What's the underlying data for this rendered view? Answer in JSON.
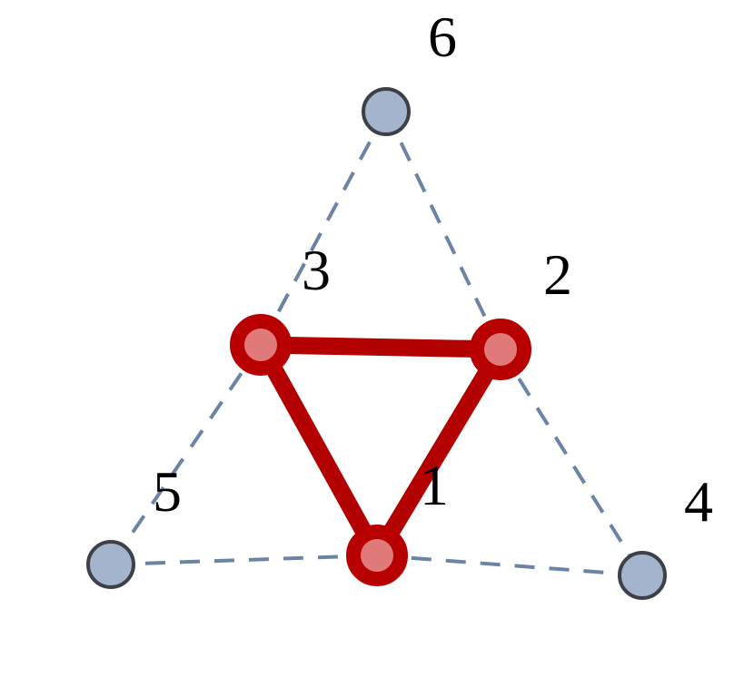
{
  "diagram": {
    "colors": {
      "dashed_edge": "#6a84a6",
      "highlight_edge": "#b30000",
      "highlight_node_fill": "#e07a7a",
      "highlight_node_stroke": "#b80000",
      "plain_node_fill": "#a4b4cd",
      "plain_node_stroke": "#3d4147",
      "label": "#000000"
    },
    "nodes": [
      {
        "id": "1",
        "label": "1",
        "highlighted": true
      },
      {
        "id": "2",
        "label": "2",
        "highlighted": true
      },
      {
        "id": "3",
        "label": "3",
        "highlighted": true
      },
      {
        "id": "4",
        "label": "4",
        "highlighted": false
      },
      {
        "id": "5",
        "label": "5",
        "highlighted": false
      },
      {
        "id": "6",
        "label": "6",
        "highlighted": false
      }
    ],
    "edges": [
      {
        "from": "6",
        "to": "3",
        "style": "dashed"
      },
      {
        "from": "6",
        "to": "2",
        "style": "dashed"
      },
      {
        "from": "3",
        "to": "5",
        "style": "dashed"
      },
      {
        "from": "2",
        "to": "4",
        "style": "dashed"
      },
      {
        "from": "5",
        "to": "1",
        "style": "dashed"
      },
      {
        "from": "1",
        "to": "4",
        "style": "dashed"
      },
      {
        "from": "3",
        "to": "2",
        "style": "highlighted"
      },
      {
        "from": "3",
        "to": "1",
        "style": "highlighted"
      },
      {
        "from": "2",
        "to": "1",
        "style": "highlighted"
      }
    ]
  }
}
